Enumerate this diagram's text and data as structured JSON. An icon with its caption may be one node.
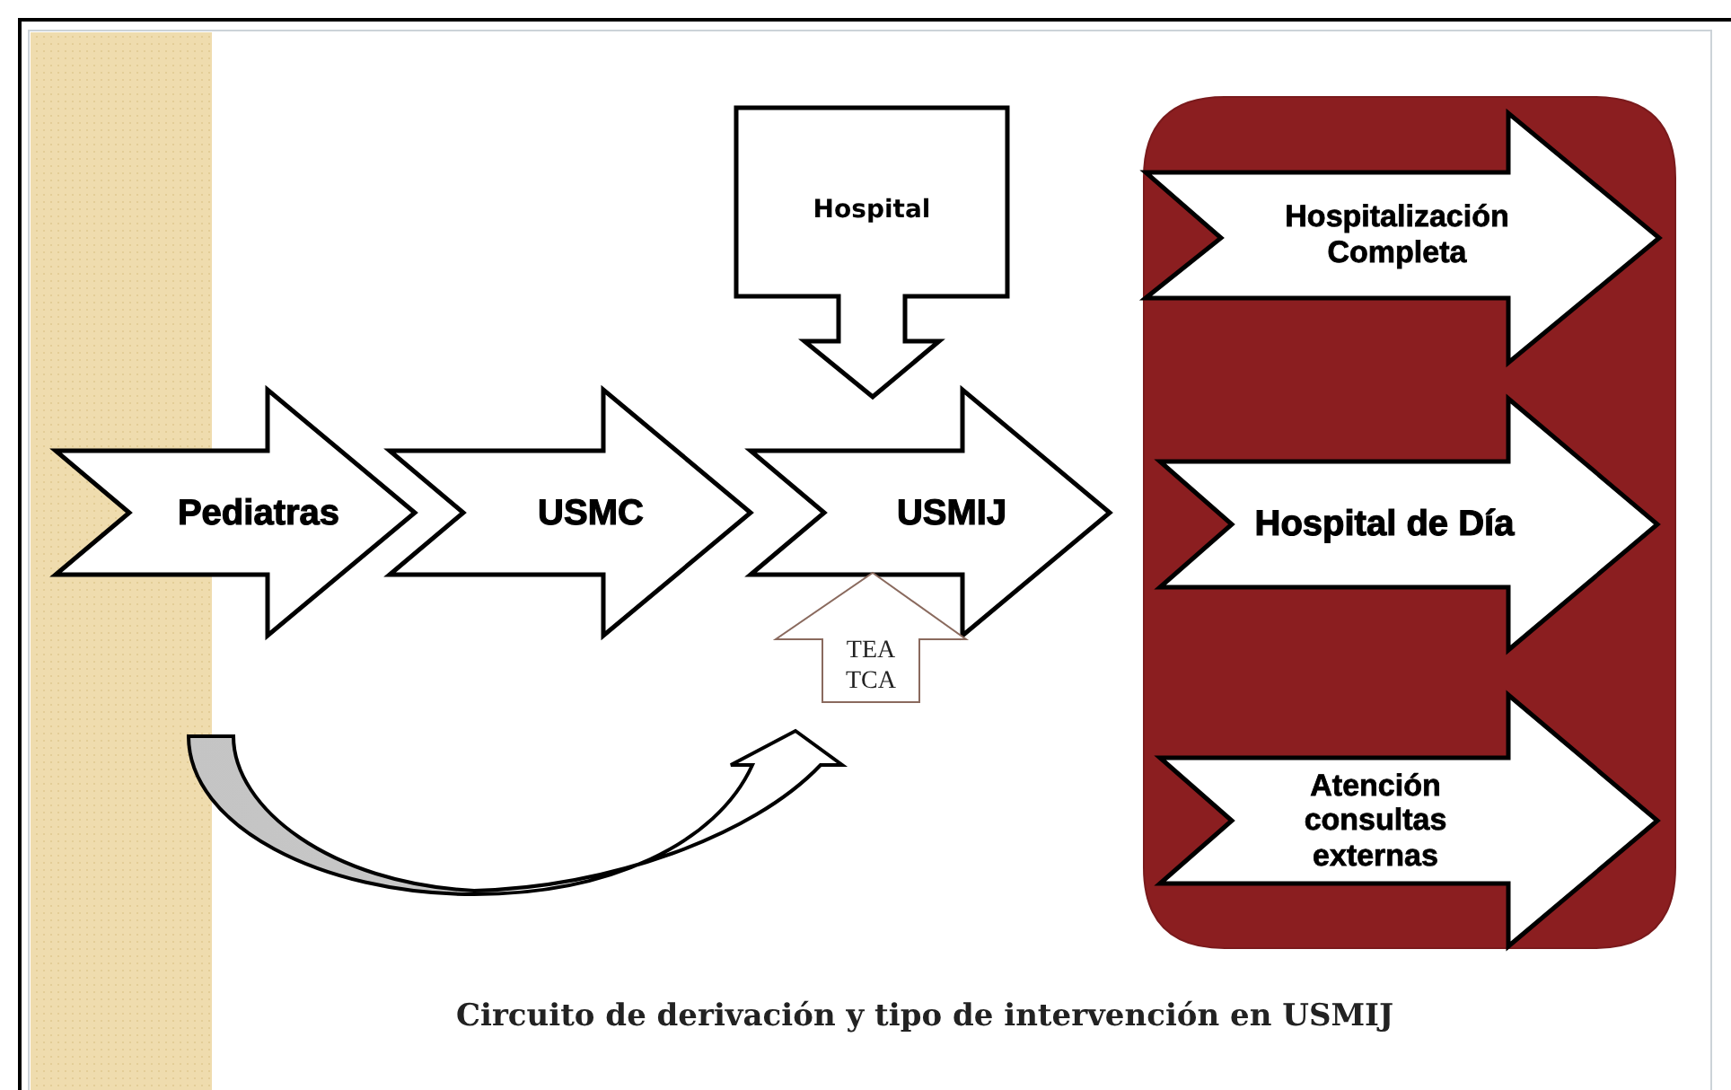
{
  "diagram": {
    "caption": "Circuito de derivación y tipo de intervención en USMIJ",
    "nodes": [
      {
        "text": [
          "Pediatras"
        ]
      },
      {
        "text": [
          "USMC"
        ]
      },
      {
        "text": [
          "USMIJ"
        ]
      },
      {
        "text": [
          "Hospital"
        ]
      },
      {
        "text": [
          "TEA TCA"
        ]
      },
      {
        "text": [],
        "shape": "box"
      },
      {
        "text": [
          "Hospitalización Completa"
        ],
        "in": 5
      },
      {
        "text": [
          "Hospital de Día"
        ],
        "in": 5
      },
      {
        "text": [
          "Atención consultas externas"
        ],
        "in": 5
      }
    ],
    "edges": [
      {
        "from": 0,
        "to": 4,
        "arrow": "to"
      }
    ]
  }
}
